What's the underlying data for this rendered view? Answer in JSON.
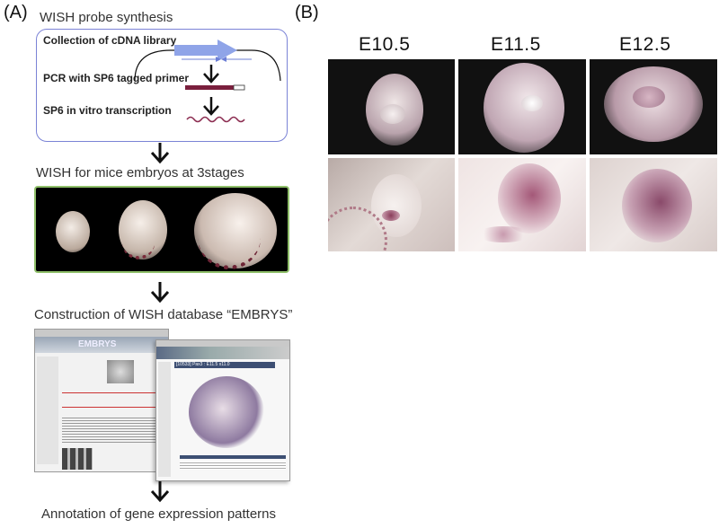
{
  "panel_a": {
    "label": "(A)",
    "probe_heading": "WISH probe synthesis",
    "steps": [
      "Collection of cDNA library",
      "PCR with SP6 tagged primer",
      "SP6 in vitro transcription"
    ],
    "wish_heading": "WISH for mice embryos at 3stages",
    "database_heading": "Construction of WISH database “EMBRYS”",
    "annotation_heading": "Annotation of gene expression patterns"
  },
  "panel_b": {
    "label": "(B)",
    "stages": [
      "E10.5",
      "E11.5",
      "E12.5"
    ]
  },
  "screenshot": {
    "brand": "EMBRYS",
    "gene_title": "[10533] Pax3 : E11.5 x11.0"
  },
  "colors": {
    "probe_box_border": "#7b83d6",
    "strip_border": "#8fbf6a",
    "cdna_arrow": "#8fa4e8",
    "probe_line": "#8b2c50"
  }
}
